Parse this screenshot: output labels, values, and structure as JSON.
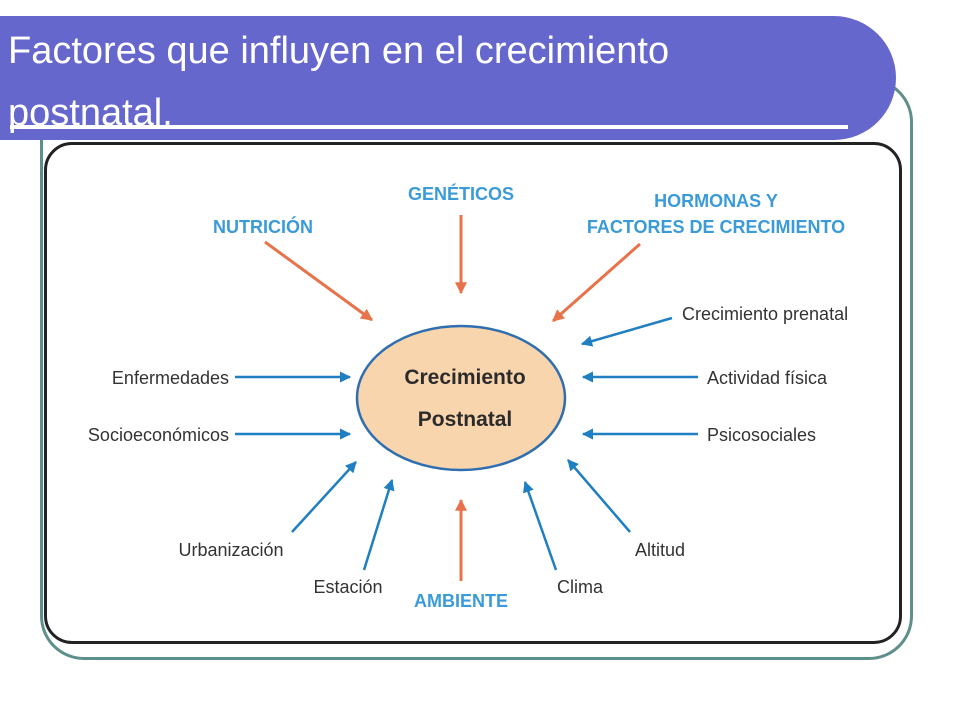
{
  "title": {
    "line1": "Factores que influyen en el crecimiento",
    "line2": "postnatal."
  },
  "diagram": {
    "center": {
      "line1": "Crecimiento",
      "line2": "Postnatal"
    },
    "major_factors": [
      {
        "id": "geneticos",
        "label": "GENÉTICOS"
      },
      {
        "id": "nutricion",
        "label": "NUTRICIÓN"
      },
      {
        "id": "hormonas",
        "line1": "HORMONAS Y",
        "line2": "FACTORES DE CRECIMIENTO"
      },
      {
        "id": "ambiente",
        "label": "AMBIENTE"
      }
    ],
    "minor_factors": [
      {
        "id": "crecimiento-prenatal",
        "label": "Crecimiento prenatal"
      },
      {
        "id": "actividad-fisica",
        "label": "Actividad física"
      },
      {
        "id": "psicosociales",
        "label": "Psicosociales"
      },
      {
        "id": "enfermedades",
        "label": "Enfermedades"
      },
      {
        "id": "socioeconomicos",
        "label": "Socioeconómicos"
      },
      {
        "id": "urbanizacion",
        "label": "Urbanización"
      },
      {
        "id": "estacion",
        "label": "Estación"
      },
      {
        "id": "clima",
        "label": "Clima"
      },
      {
        "id": "altitud",
        "label": "Altitud"
      }
    ],
    "colors": {
      "major_arrow": "#e8734a",
      "minor_arrow": "#1f7fc1",
      "major_label": "#3a9bd8",
      "center_fill": "#f9d5ae",
      "center_stroke": "#2f6fb0",
      "title_bar": "#6667cc"
    }
  }
}
